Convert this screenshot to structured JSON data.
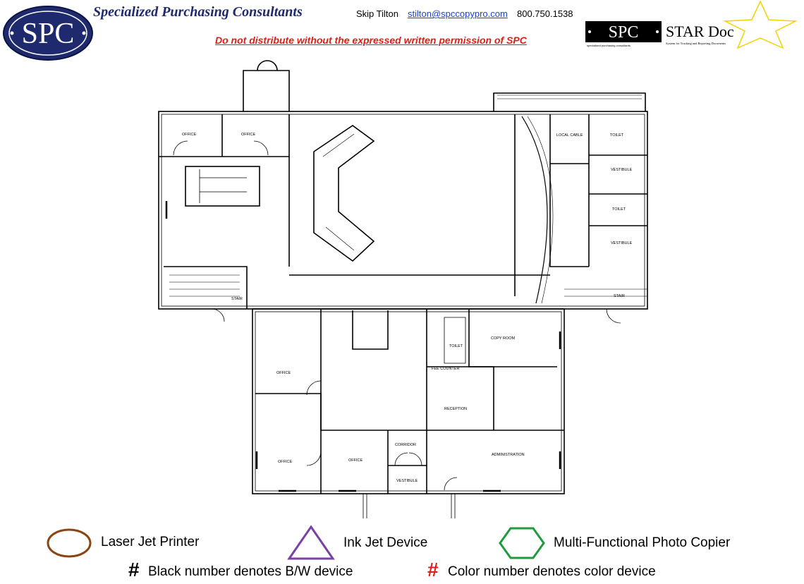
{
  "header": {
    "logo_text": "SPC",
    "company_name": "Specialized Purchasing Consultants",
    "contact_name": "Skip Tilton",
    "contact_email": "stilton@spccopypro.com",
    "contact_phone": "800.750.1538",
    "disclaimer": "Do not distribute without the expressed written permission of SPC",
    "stardoc_logo": "SPC",
    "stardoc_title": "STAR Doc",
    "stardoc_tagline_left": "specialized purchasing consultants",
    "stardoc_tagline_right": "System for Tracking and Reporting Documents"
  },
  "floor_plan": {
    "rooms": {
      "office_1": "OFFICE",
      "office_2": "OFFICE",
      "local_cable": "LOCAL CABLE",
      "toilet_1": "TOILET",
      "vestibule_1": "VESTIBULE",
      "toilet_2": "TOILET",
      "vestibule_2": "VESTIBULE",
      "stair_left": "STAIR",
      "stair_right": "STAIR",
      "office_3": "OFFICE",
      "toilet_3": "TOILET",
      "copy_room": "COPY ROOM",
      "fee_counter": "FEE COUNTER",
      "reception": "RECEPTION",
      "office_4": "OFFICE",
      "office_5": "OFFICE",
      "corridor": "CORRIDOR",
      "administration": "ADMINISTRATION",
      "vestibule_3": "VESTIBULE"
    }
  },
  "legend": {
    "laser_jet": "Laser Jet Printer",
    "ink_jet": "Ink Jet Device",
    "mfp": "Multi-Functional Photo Copier",
    "hash_symbol": "#",
    "black_note": "Black number denotes B/W device",
    "color_note": "Color number denotes color device",
    "colors": {
      "laser_jet": "#8b4513",
      "ink_jet": "#7b3fa8",
      "mfp": "#1f9a3c",
      "color_number": "#e31b1b",
      "black_number": "#000000"
    }
  }
}
